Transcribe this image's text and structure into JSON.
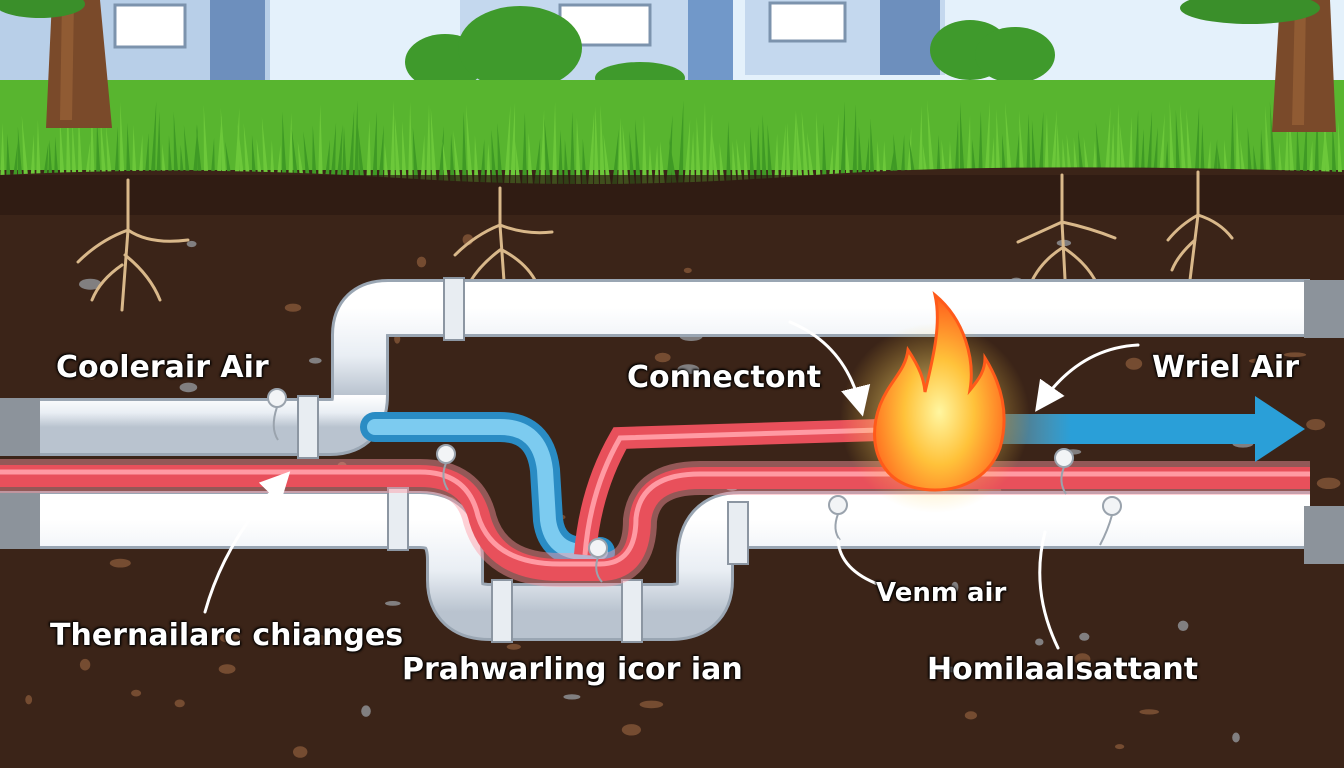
{
  "labels": {
    "cooler_air": "Coolerair Air",
    "connector": "Connectont",
    "wriel_air": "Wriel Air",
    "thermal_changes": "Thernailarc chianges",
    "venm_air": "Venm air",
    "prahwarling": "Prahwarling icor ian",
    "homilaalsattant": "Homilaalsattant"
  },
  "colors": {
    "sky": "#dfeef9",
    "grass": "#4caf2c",
    "soil": "#3b2418",
    "pipe": "#eef2f6",
    "warm_pipe": "#e8505b",
    "cool_pipe": "#3aa6dc",
    "arrow": "#2a9fd8",
    "flame": "#ff7a1a"
  },
  "icons": [
    "flame-icon",
    "arrow-right-icon",
    "tree-trunk-icon",
    "root-icon",
    "sensor-icon"
  ]
}
